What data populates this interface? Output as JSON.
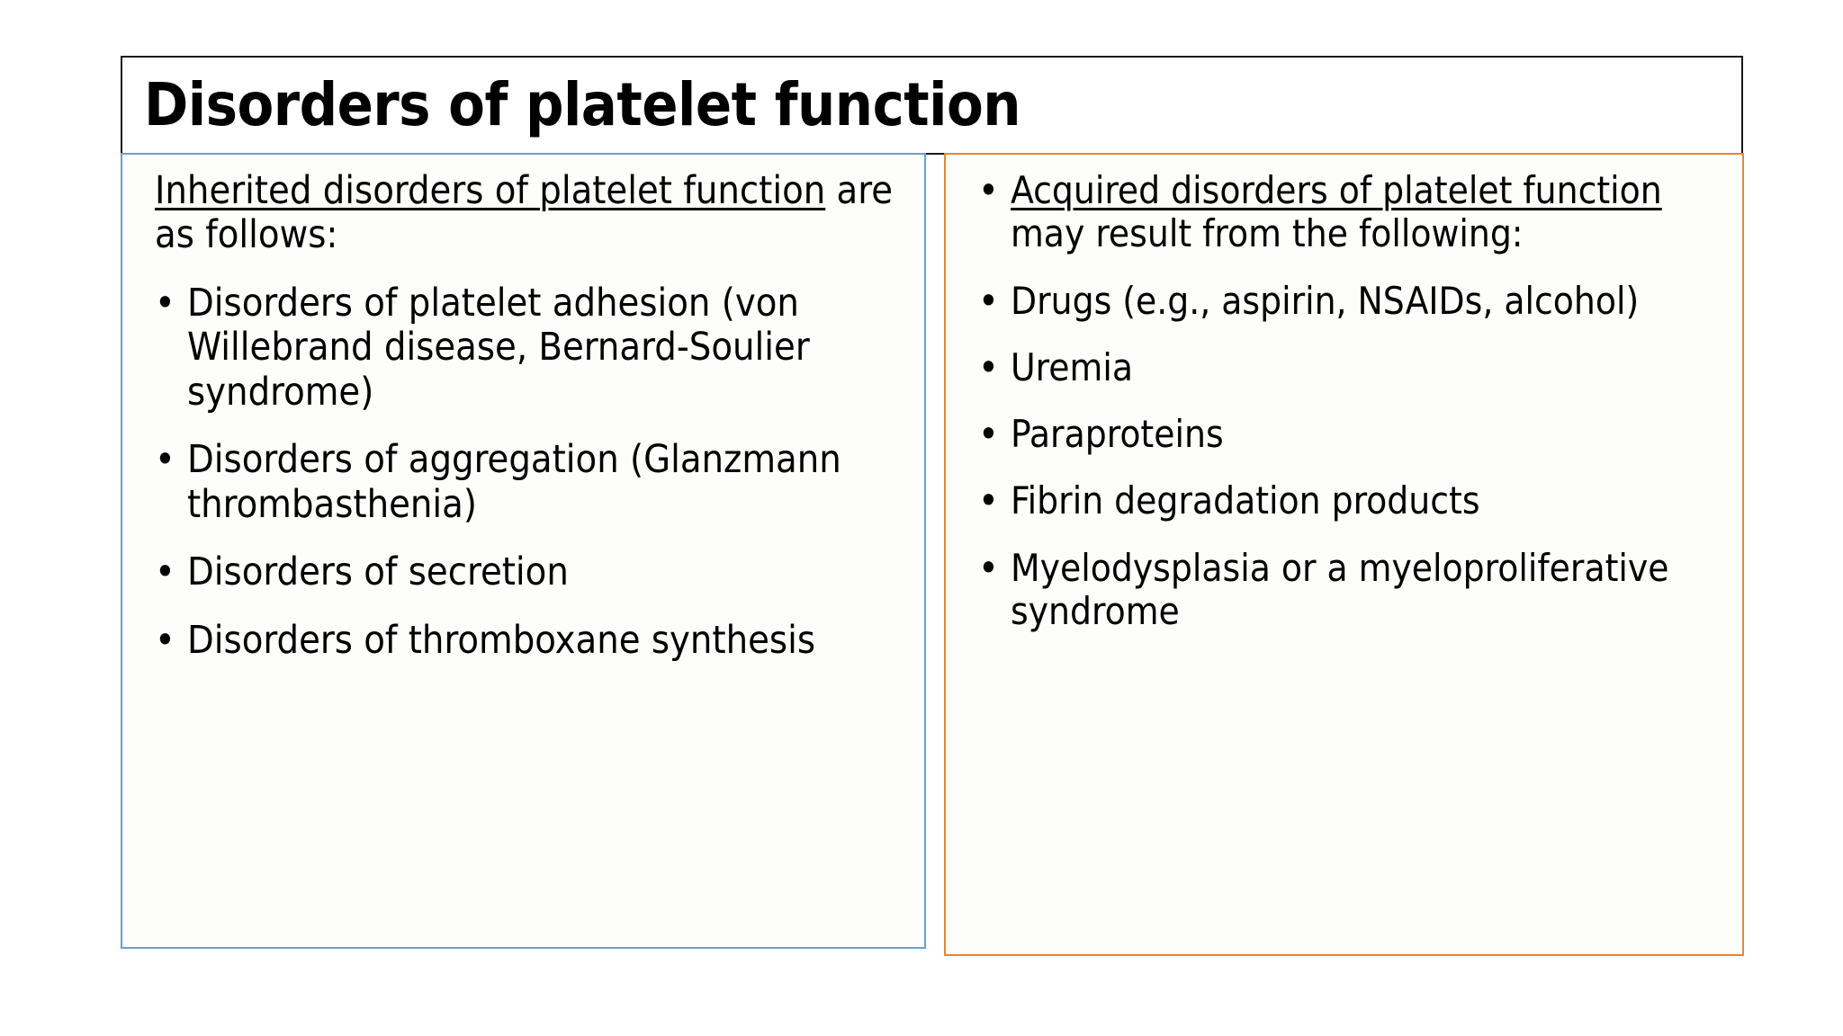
{
  "slide": {
    "title": "Disorders of platelet function",
    "colors": {
      "title_border": "#1a1a1a",
      "left_border": "#6d9fd0",
      "right_border": "#e1873d",
      "text": "#000000",
      "background": "#ffffff"
    }
  },
  "left_column": {
    "lead": {
      "underlined": "Inherited disorders of platelet function",
      "rest": " are as follows:"
    },
    "bullet_glyph": "•",
    "items": [
      "Disorders of platelet adhesion (von Willebrand disease, Bernard-Soulier syndrome)",
      "Disorders of aggregation (Glanzmann thrombasthenia)",
      "Disorders of secretion",
      "Disorders of thromboxane synthesis"
    ]
  },
  "right_column": {
    "lead": {
      "underlined": "Acquired disorders of platelet function ",
      "rest": "may result from the following:"
    },
    "bullet_glyph": "•",
    "items": [
      "Drugs (e.g., aspirin, NSAIDs, alcohol)",
      "Uremia",
      "Paraproteins",
      "Fibrin degradation products",
      "Myelodysplasia or a myeloproliferative syndrome"
    ]
  }
}
